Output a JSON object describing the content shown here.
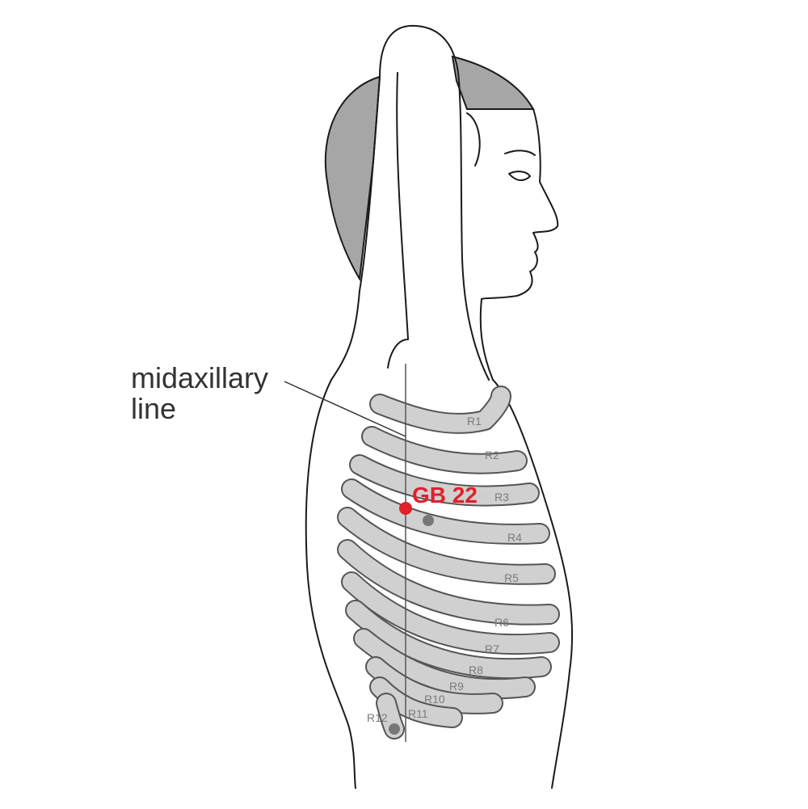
{
  "annotation": {
    "line_label_1": "midaxillary",
    "line_label_2": "line"
  },
  "acupoint": {
    "name": "GB 22",
    "color": "#e0202a"
  },
  "ribs": [
    "R1",
    "R2",
    "R3",
    "R4",
    "R5",
    "R6",
    "R7",
    "R8",
    "R9",
    "R10",
    "R11",
    "R12"
  ],
  "colors": {
    "hair": "#a6a6a6",
    "rib": "#d0d0d0",
    "landmark_dot": "#777777",
    "outline": "#1a1a1a"
  }
}
